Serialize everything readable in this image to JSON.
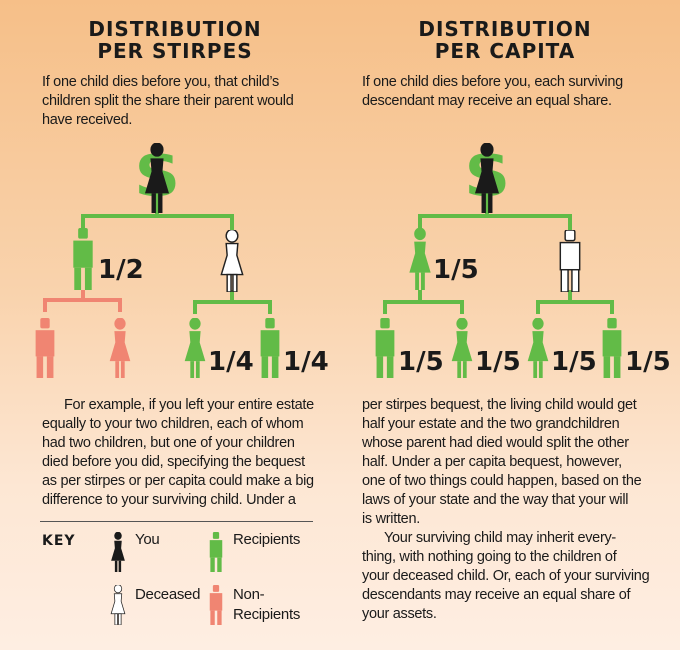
{
  "left": {
    "title_lines": [
      "DISTRIBUTION",
      "PER STIRPES"
    ],
    "intro_lines": [
      "If one child dies before you, that child’s",
      "children split the share their parent would",
      "have received."
    ],
    "fractions": {
      "child": "1/2",
      "grandchild_a": "1/4",
      "grandchild_b": "1/4"
    }
  },
  "right": {
    "title_lines": [
      "DISTRIBUTION",
      "PER CAPITA"
    ],
    "intro_lines": [
      "If one child dies before you, each surviving",
      "descendant may receive an equal share."
    ],
    "fractions": {
      "child": "1/5",
      "g1": "1/5",
      "g2": "1/5",
      "g3": "1/5",
      "g4": "1/5"
    }
  },
  "body_left": [
    "For example, if you left your entire estate",
    "equally to your two children, each of whom",
    "had two children, but one of your children",
    "died before you did, specifying the bequest",
    "as per stirpes or per capita could make a big",
    "difference to your surviving child. Under a"
  ],
  "body_right": [
    "per stirpes bequest, the living child would get",
    "half your estate and the two grandchildren",
    "whose parent had died would split the other",
    "half. Under a per capita bequest, however,",
    "one of two things could happen, based on the",
    "laws of your state and the way that your will",
    "is written.",
    "Your surviving child may inherit every-",
    "thing, with nothing going to the children of",
    "your deceased child. Or, each of your surviving",
    "descendants may receive an equal share of",
    "your assets."
  ],
  "key": {
    "heading": "KEY",
    "you": "You",
    "recipients": "Recipients",
    "deceased": "Deceased",
    "non_recipients_lines": [
      "Non-",
      "Recipients"
    ]
  },
  "colors": {
    "green": "#62bb47",
    "salmon": "#f08572",
    "black": "#1a1a1a",
    "white": "#ffffff"
  }
}
